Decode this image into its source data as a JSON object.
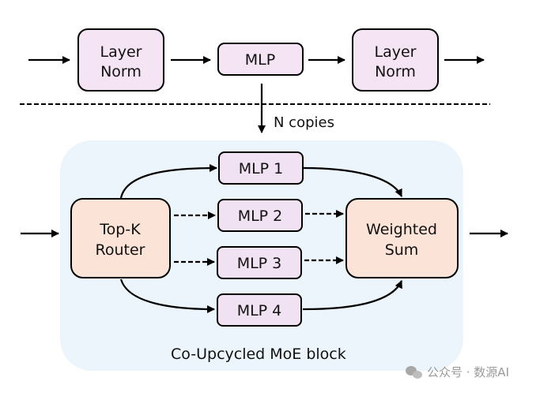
{
  "top_row": {
    "layer_norm_1": [
      "Layer",
      "Norm"
    ],
    "mlp": "MLP",
    "layer_norm_2": [
      "Layer",
      "Norm"
    ]
  },
  "n_copies_label": "N copies",
  "moe_block": {
    "caption": "Co-Upcycled MoE block",
    "router": [
      "Top-K",
      "Router"
    ],
    "experts": [
      "MLP 1",
      "MLP 2",
      "MLP 3",
      "MLP 4"
    ],
    "expert_connections": [
      "solid",
      "dashed",
      "dashed",
      "solid"
    ],
    "weighted_sum": [
      "Weighted",
      "Sum"
    ]
  },
  "colors": {
    "mlp_fill": "#f4e4f4",
    "router_fill": "#fbe3d8",
    "block_bg": "#ecf5fb",
    "stroke": "#000000"
  },
  "watermark": "公众号 · 数源AI"
}
